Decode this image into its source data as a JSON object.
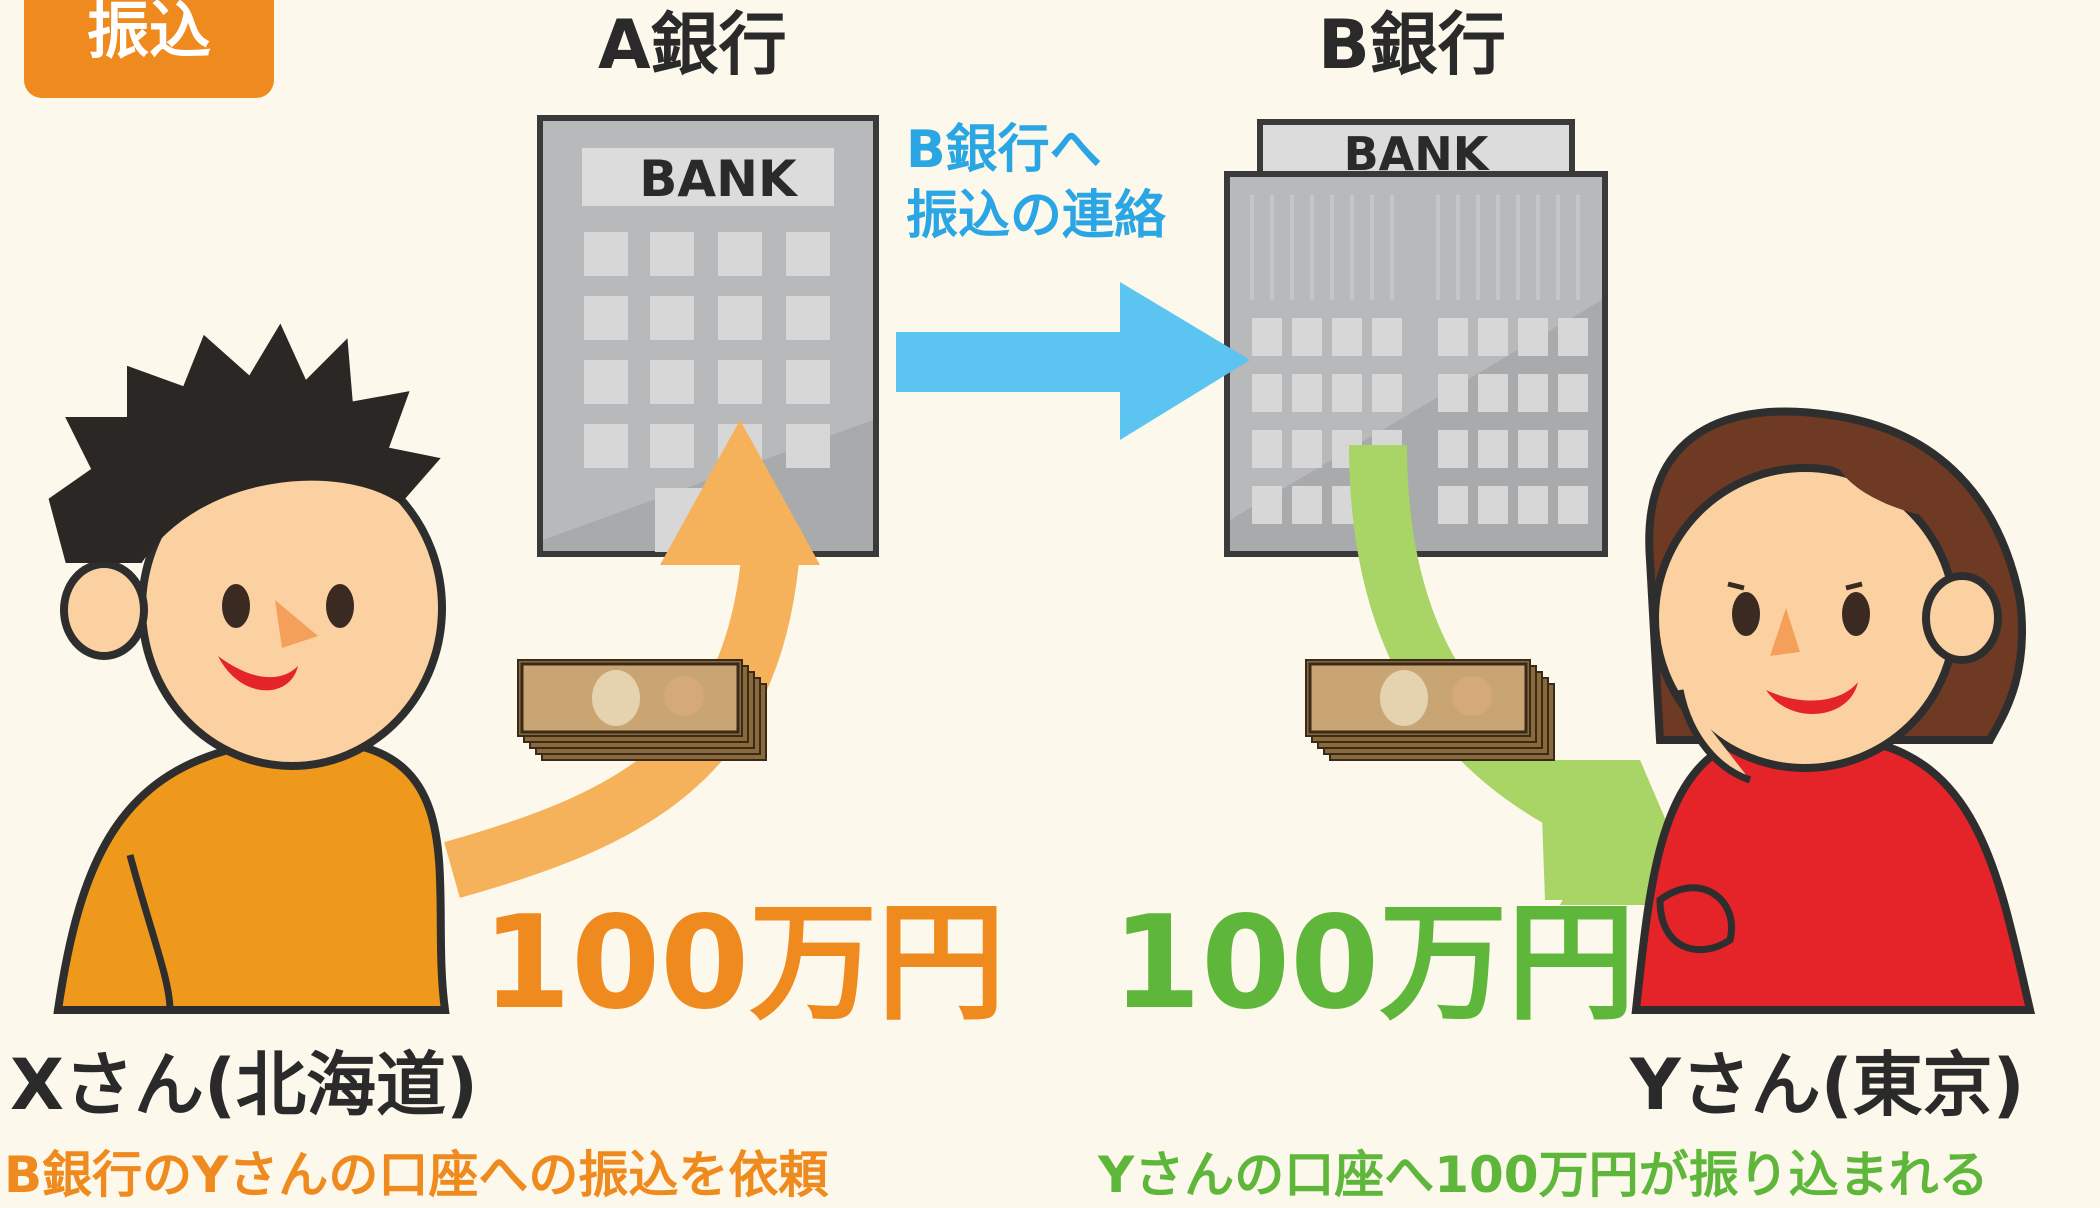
{
  "tag": {
    "label": "振込",
    "color": "#ee8a1e"
  },
  "bank_a": {
    "name": "A銀行",
    "sign": "BANK"
  },
  "bank_b": {
    "name": "B銀行",
    "sign": "BANK"
  },
  "transfer_note": {
    "line1": "B銀行へ",
    "line2": "振込の連絡",
    "color": "#29a6e3"
  },
  "person_x": {
    "name": "Xさん(北海道)",
    "caption": "B銀行のYさんの口座への振込を依頼",
    "caption_color": "#ee8a1e"
  },
  "person_y": {
    "name": "Yさん(東京)",
    "caption": "Yさんの口座へ100万円が振り込まれる",
    "caption_color": "#5eb73a"
  },
  "amount_send": {
    "text": "100万円",
    "color": "#ee8a1e"
  },
  "amount_receive": {
    "text": "100万円",
    "color": "#5eb73a"
  },
  "colors": {
    "outline": "#3a3a3a",
    "building": "#a9aaac",
    "arrow_blue": "#5bc4f1",
    "arrow_orange": "#f5b25b",
    "arrow_green": "#a9d466",
    "shirt_orange": "#ef991c",
    "shirt_red": "#e5242a",
    "skin": "#fbd1a2",
    "hair_y": "#6e3a24"
  },
  "icons": [
    "bank-building-icon",
    "banknote-stack-icon",
    "arrow-icon",
    "person-icon"
  ]
}
